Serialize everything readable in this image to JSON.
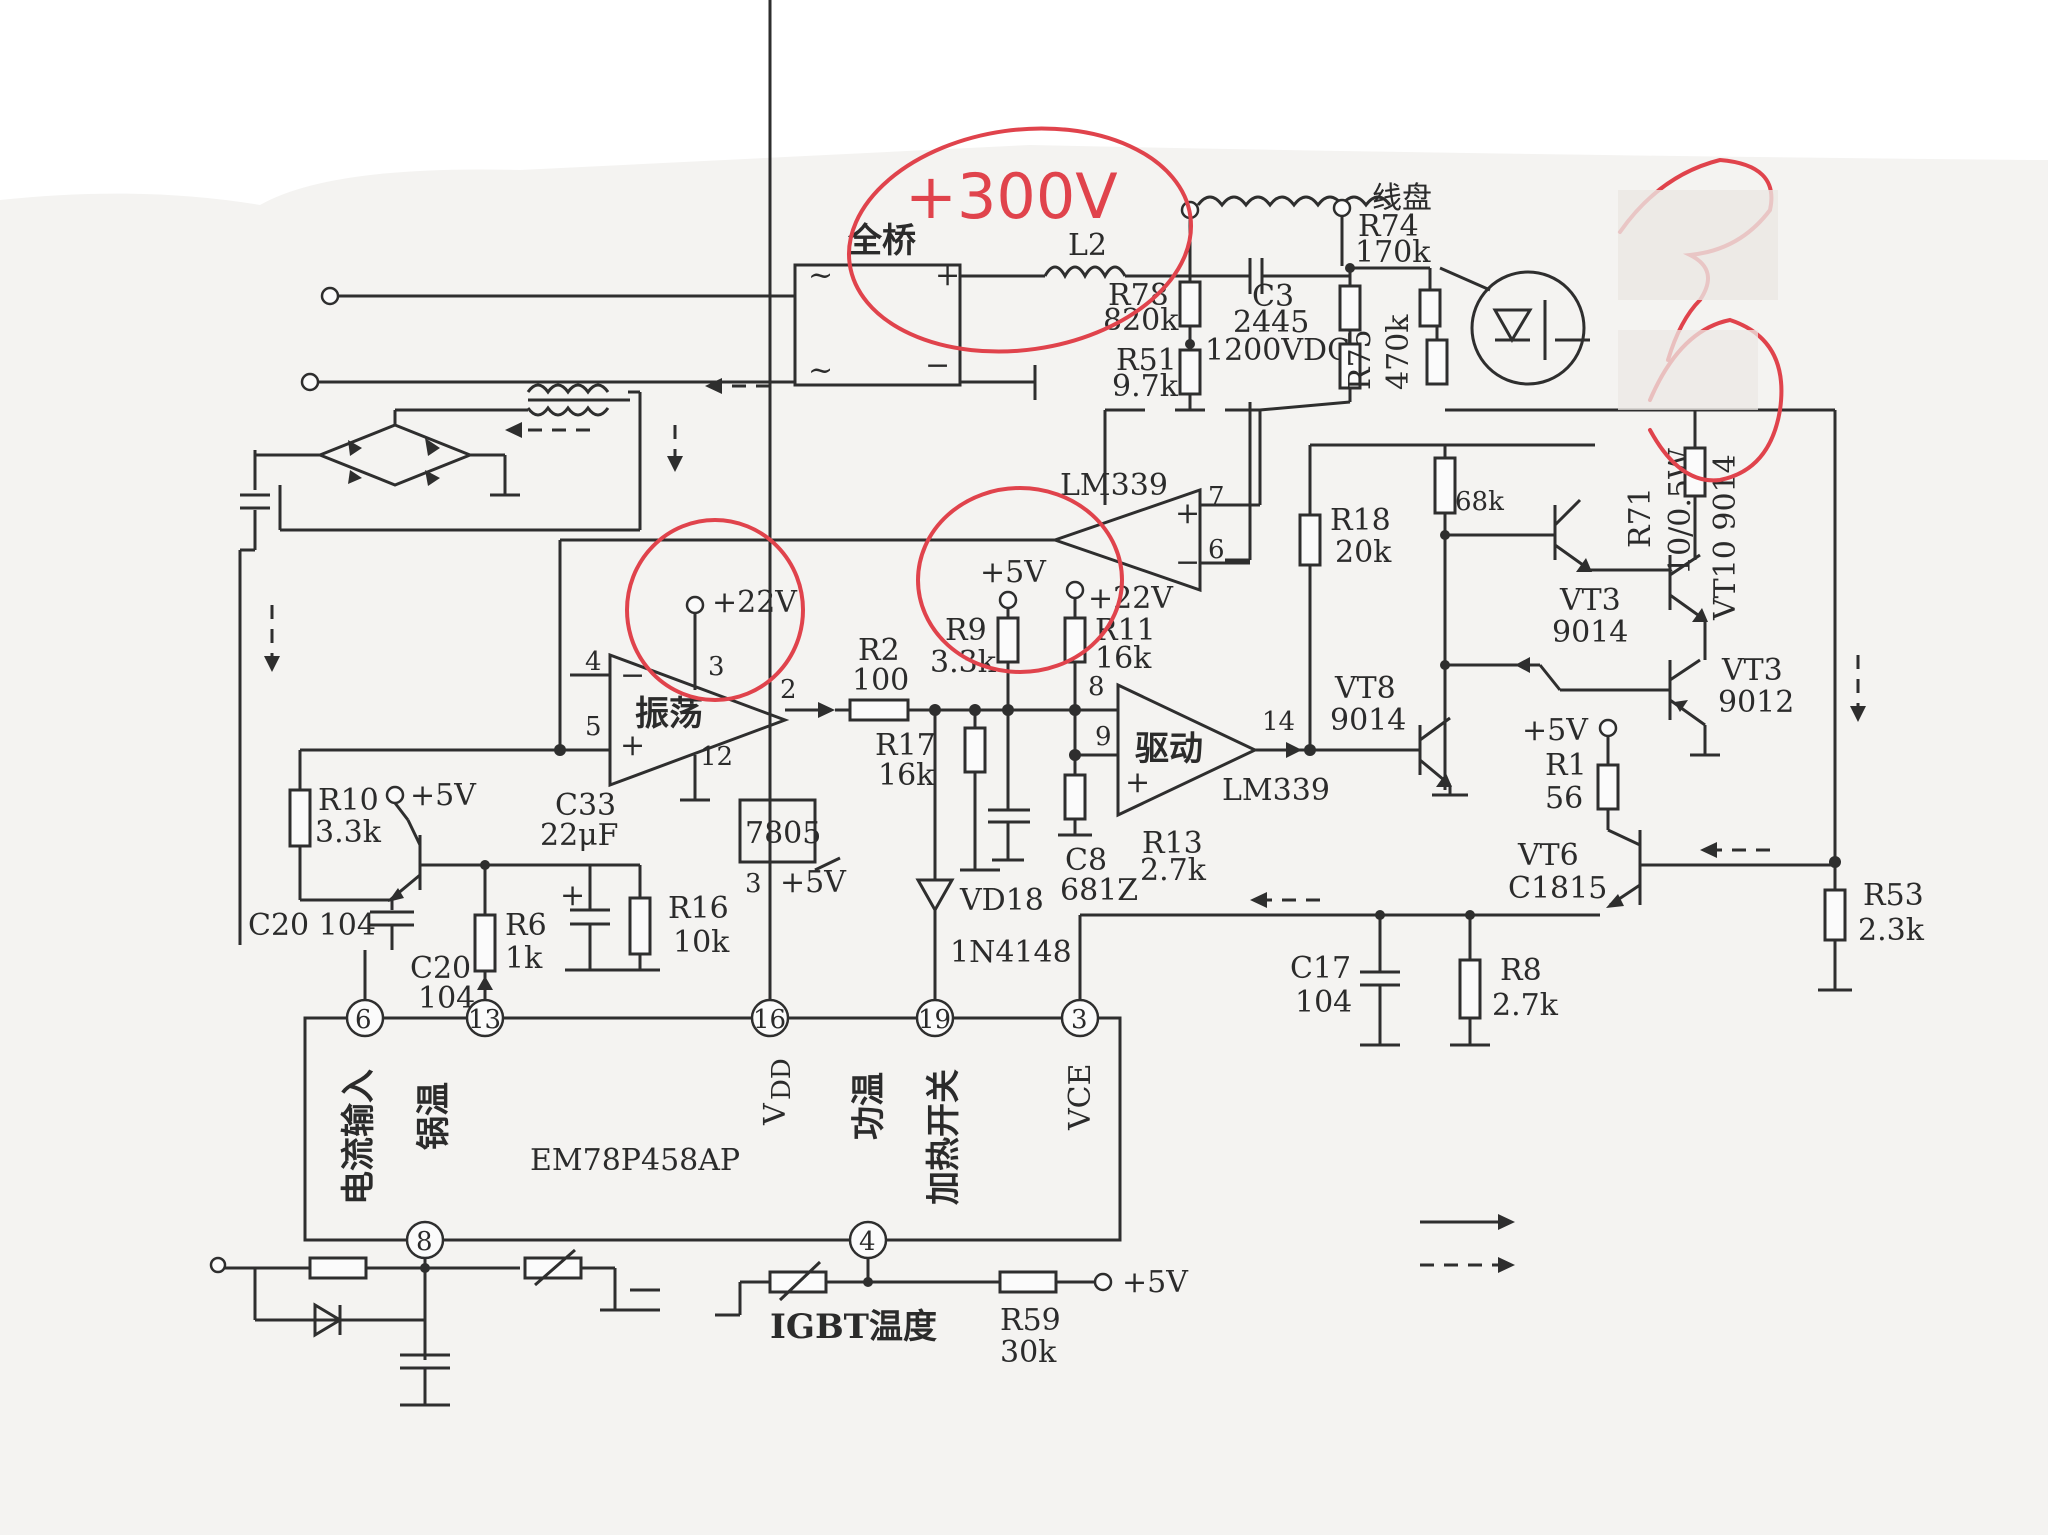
{
  "colors": {
    "paper": "#f4f3f1",
    "ink": "#2e2e2e",
    "annotation": "#e0434c",
    "background": "#ffffff"
  },
  "annotations": {
    "voltage_300": "+300V"
  },
  "labels": {
    "bridge": "全桥",
    "bridge_plus": "+",
    "bridge_minus": "−",
    "bridge_ac": "~",
    "l2": "L2",
    "coil": "线盘",
    "r78": "R78",
    "r78_val": "820k",
    "r51": "R51",
    "r51_val": "9.7k",
    "c3": "C3",
    "c3_val": "2445",
    "c3_rating": "1200VDC",
    "r74": "R74",
    "r74_val": "170k",
    "r75": "R75",
    "r75_val": "470k",
    "lm339_top": "LM339",
    "pin7": "7",
    "pin6": "6",
    "plus22_a": "+22V",
    "plus5_a": "+5V",
    "plus22_b": "+22V",
    "osc": "振荡",
    "pin4": "4",
    "pin5": "5",
    "pin3": "3",
    "pin2": "2",
    "pin12": "12",
    "r2": "R2",
    "r2_val": "100",
    "r9": "R9",
    "r9_val": "3.3k",
    "r11": "R11",
    "r11_val": "16k",
    "pin8": "8",
    "pin9": "9",
    "drive": "驱动",
    "pin14": "14",
    "lm339_bottom": "LM339",
    "r17": "R17",
    "r17_val": "16k",
    "r13": "R13",
    "r13_val": "2.7k",
    "c8": "C8",
    "c8_val": "681Z",
    "r18": "R18",
    "r18_val": "20k",
    "r68_val": "68k",
    "r71": "R71",
    "r71_val": "10/0.5W",
    "vt10": "VT10 9014",
    "vt3a": "VT3",
    "vt3a_model": "9014",
    "vt3b": "VT3",
    "vt3b_model": "9012",
    "vt8": "VT8",
    "vt8_model": "9014",
    "plus5_r1": "+5V",
    "r1": "R1",
    "r1_val": "56",
    "vt6": "VT6",
    "vt6_model": "C1815",
    "r53": "R53",
    "r53_val": "2.3k",
    "r10": "R10",
    "r10_val": "3.3k",
    "plus5_r10": "+5V",
    "c33": "C33",
    "c33_val": "22μF",
    "c20a": "C20 104",
    "c20b": "C20",
    "c20b_val": "104",
    "r6": "R6",
    "r6_val": "1k",
    "r16": "R16",
    "r16_val": "10k",
    "reg": "7805",
    "reg_pin": "3",
    "plus5_reg": "+5V",
    "vd18": "VD18",
    "vd18_model": "1N4148",
    "c17": "C17",
    "c17_val": "104",
    "r8": "R8",
    "r8_val": "2.7k",
    "mcu_pin6": "6",
    "mcu_pin13": "13",
    "mcu_pin16": "16",
    "mcu_pin19": "19",
    "mcu_pin3": "3",
    "mcu_pin8": "8",
    "mcu_pin4": "4",
    "mcu_current": "电流输入",
    "mcu_pot": "锅温",
    "mcu_vdd": "V",
    "mcu_vdd_sub": "DD",
    "mcu_power": "功温",
    "mcu_heat": "加热开关",
    "mcu_vce": "VCE",
    "mcu_name": "EM78P458AP",
    "igbt_temp": "IGBT温度",
    "r59": "R59",
    "r59_val": "30k",
    "plus5_r59": "+5V"
  }
}
